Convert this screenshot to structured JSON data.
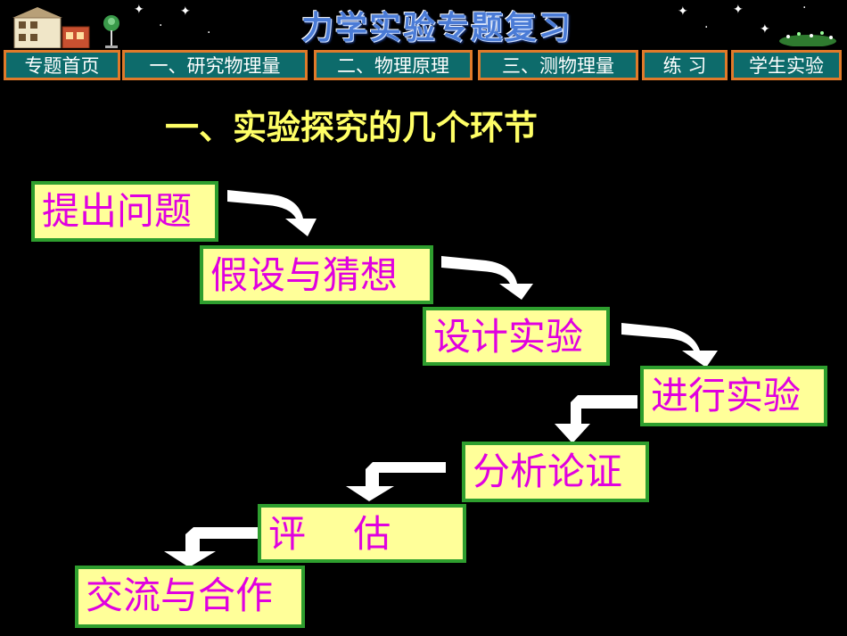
{
  "header": {
    "title": "力学实验专题复习"
  },
  "nav": {
    "items": [
      {
        "label": "专题首页"
      },
      {
        "label": "一、研究物理量"
      },
      {
        "label": "二、物理原理"
      },
      {
        "label": "三、测物理量"
      },
      {
        "label": "练  习"
      },
      {
        "label": "学生实验"
      }
    ]
  },
  "section_title": "一、实验探究的几个环节",
  "steps": [
    {
      "label": "提出问题"
    },
    {
      "label": "假设与猜想"
    },
    {
      "label": "设计实验"
    },
    {
      "label": "进行实验"
    },
    {
      "label": "分析论证"
    },
    {
      "label": "评    估"
    },
    {
      "label": "交流与合作"
    }
  ],
  "colors": {
    "nav_bg": "#0d6b6b",
    "nav_border": "#e07a2a",
    "title_yellow": "#ffff66",
    "step_bg": "#ffff99",
    "step_border": "#2e9e2e",
    "step_text": "#e000e0"
  }
}
